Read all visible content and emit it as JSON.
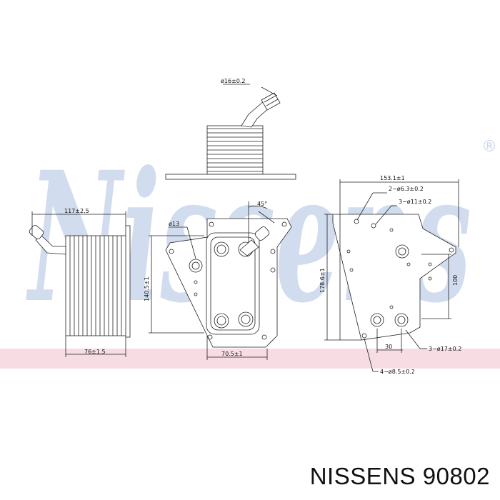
{
  "brand": {
    "watermark": "Nissens",
    "registered_mark": "®",
    "watermark_color": "#c9d6ec",
    "band_color": "#f7dde3"
  },
  "caption": {
    "brand": "NISSENS",
    "part_number": "90802"
  },
  "dimensions": {
    "d16": "ø16±0.2",
    "w117": "117±2.5",
    "w76": "76±1.5",
    "d13": "ø13",
    "a45": "45°",
    "h140": "140.5±1",
    "w70": "70.5±1",
    "w153": "153.1±1",
    "h178": "178.6±1",
    "h100": "100",
    "w30": "30",
    "h2": "2−ø6.3±0.2",
    "h3": "3−ø11±0.2",
    "h3b": "3−ø17±0.2",
    "h4": "4−ø8.5±0.2"
  }
}
